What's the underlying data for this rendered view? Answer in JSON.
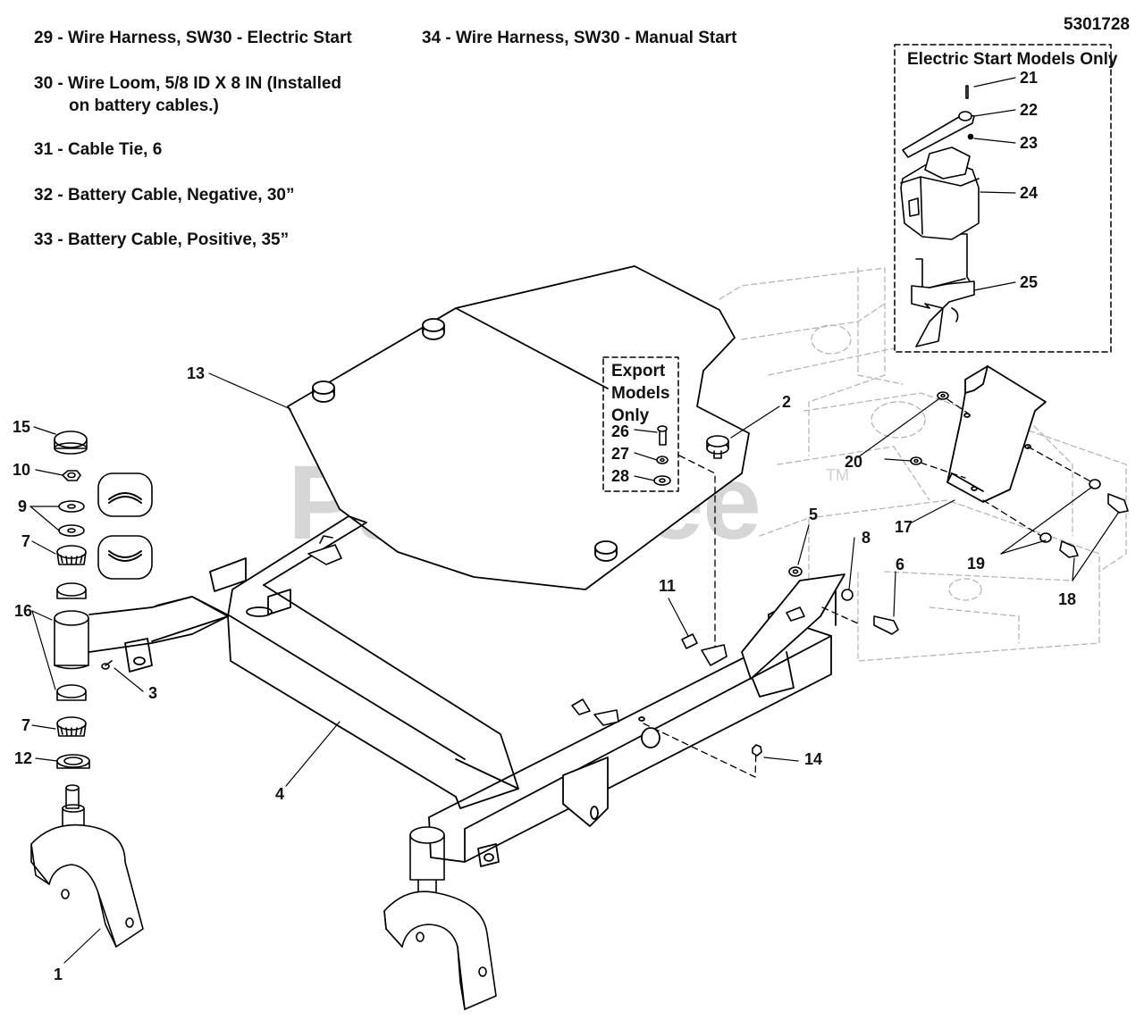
{
  "drawing_number": "5301728",
  "legend": {
    "item29": "29 - Wire Harness, SW30 - Electric Start",
    "item34": "34 - Wire Harness, SW30 - Manual Start",
    "item30_line1": "30 - Wire Loom, 5/8 ID X 8 IN (Installed",
    "item30_line2": "on battery cables.)",
    "item31": "31 - Cable Tie, 6",
    "item32": "32 - Battery Cable, Negative, 30”",
    "item33": "33 - Battery Cable, Positive, 35”"
  },
  "boxes": {
    "electric": "Electric Start Models Only",
    "export_l1": "Export",
    "export_l2": "Models",
    "export_l3": "Only"
  },
  "watermark": {
    "text": "PartsTree",
    "tm": "TM"
  },
  "callouts": {
    "c1": "1",
    "c2": "2",
    "c3": "3",
    "c4": "4",
    "c5": "5",
    "c6": "6",
    "c7a": "7",
    "c7b": "7",
    "c8": "8",
    "c9": "9",
    "c10": "10",
    "c11": "11",
    "c12": "12",
    "c13": "13",
    "c14": "14",
    "c15": "15",
    "c16": "16",
    "c17": "17",
    "c18": "18",
    "c19": "19",
    "c20": "20",
    "c21": "21",
    "c22": "22",
    "c23": "23",
    "c24": "24",
    "c25": "25",
    "c26": "26",
    "c27": "27",
    "c28": "28"
  }
}
